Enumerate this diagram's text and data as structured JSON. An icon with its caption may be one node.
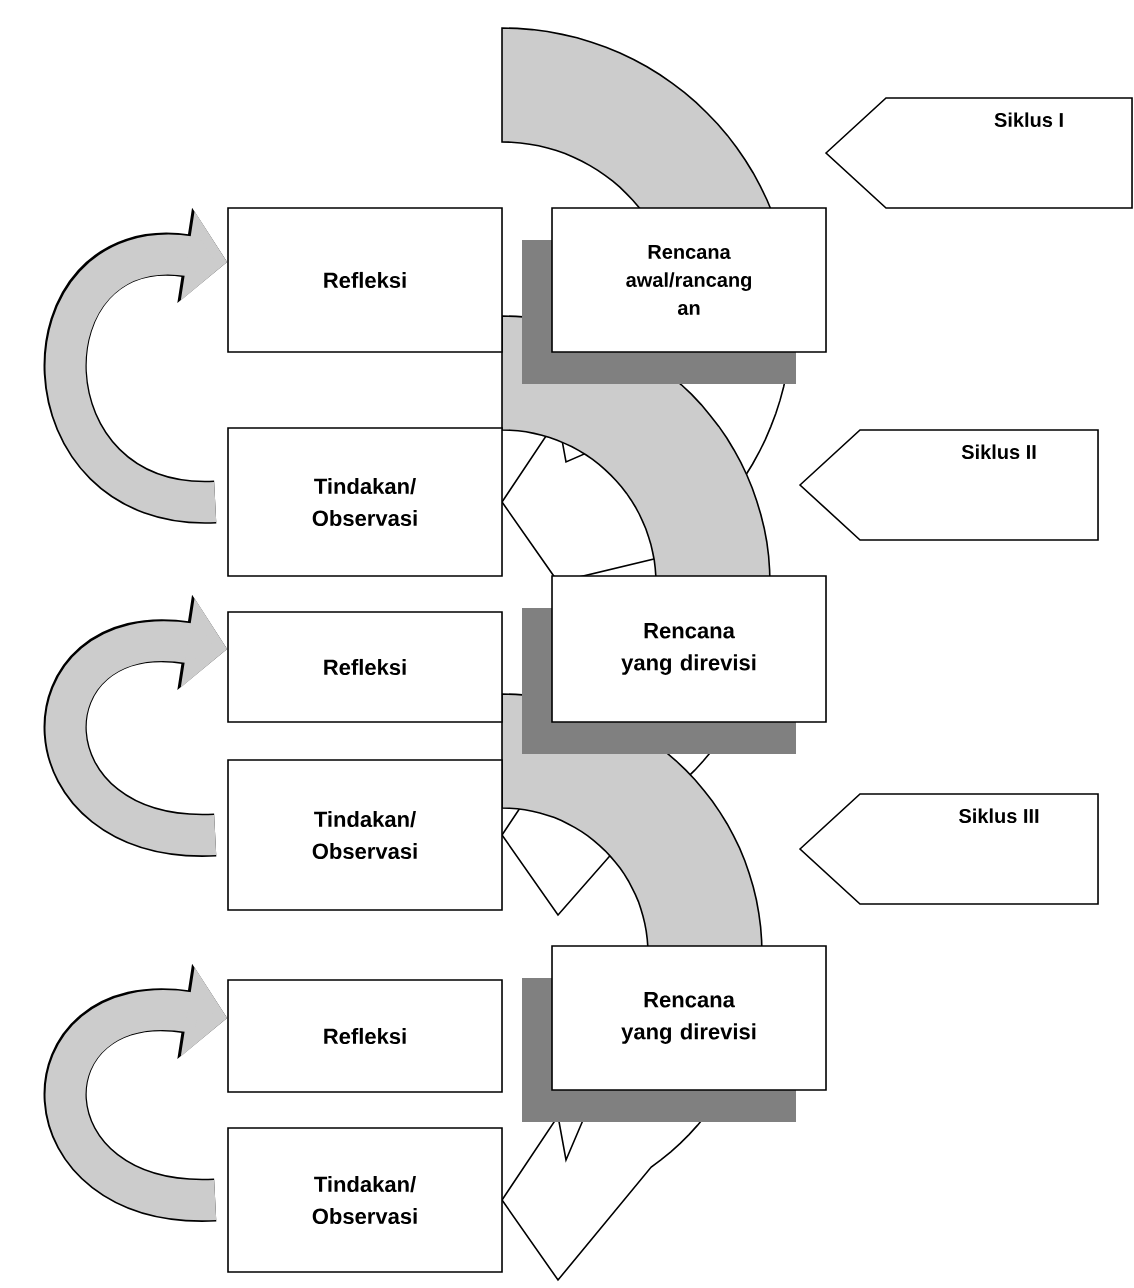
{
  "diagram": {
    "nodes": [
      {
        "text": [
          "Siklus I"
        ]
      },
      {
        "text": [
          "Refleksi"
        ]
      },
      {
        "text": [
          "Rencana awal/rancang an"
        ]
      },
      {
        "text": [
          "Tindakan/ Observasi"
        ]
      },
      {
        "text": [
          "Siklus II"
        ]
      },
      {
        "text": [
          "Refleksi"
        ]
      },
      {
        "text": [
          "Rencana yang direvisi"
        ]
      },
      {
        "text": [
          "Tindakan/ Observasi"
        ]
      },
      {
        "text": [
          "Siklus III"
        ]
      },
      {
        "text": [
          "Refleksi"
        ]
      },
      {
        "text": [
          "Rencana yang direvisi"
        ]
      },
      {
        "text": [
          "Tindakan/ Observasi"
        ]
      }
    ],
    "edges": [
      {
        "from": 3,
        "to": 1,
        "arrow": "to"
      },
      {
        "from": 7,
        "to": 5,
        "arrow": "to"
      },
      {
        "from": 11,
        "to": 9,
        "arrow": "to"
      }
    ]
  }
}
